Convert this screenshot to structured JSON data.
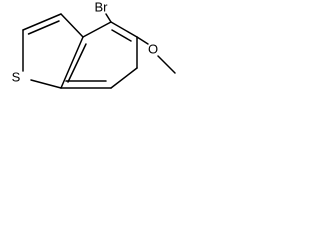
{
  "molecule": {
    "atoms": {
      "sulfur": "S",
      "bromine": "Br",
      "oxygen": "O"
    }
  }
}
